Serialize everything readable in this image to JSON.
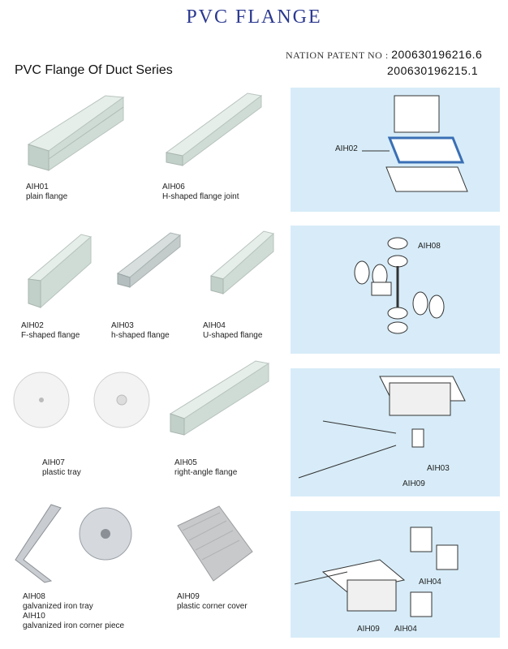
{
  "header": {
    "title": "PVC FLANGE",
    "series_title": "PVC Flange Of Duct Series",
    "patent_label": "NATION PATENT NO :",
    "patent_numbers": [
      "200630196216.6",
      "200630196215.1"
    ]
  },
  "products": [
    {
      "code": "AIH01",
      "name": "plain flange"
    },
    {
      "code": "AIH06",
      "name": "H-shaped flange joint"
    },
    {
      "code": "AIH02",
      "name": "F-shaped flange"
    },
    {
      "code": "AIH03",
      "name": "h-shaped flange"
    },
    {
      "code": "AIH04",
      "name": "U-shaped flange"
    },
    {
      "code": "AIH07",
      "name": "plastic tray"
    },
    {
      "code": "AIH05",
      "name": "right-angle flange"
    },
    {
      "code": "AIH08",
      "name": "galvanized iron tray"
    },
    {
      "code": "AIH10",
      "name": "galvanized iron corner piece"
    },
    {
      "code": "AIH09",
      "name": "plastic corner cover"
    }
  ],
  "diagrams": [
    {
      "labels": [
        "AIH02"
      ]
    },
    {
      "labels": [
        "AIH08"
      ]
    },
    {
      "labels": [
        "AIH03",
        "AIH09"
      ]
    },
    {
      "labels": [
        "AIH04",
        "AIH09",
        "AIH04"
      ]
    }
  ],
  "colors": {
    "title": "#2b3990",
    "panel": "#d7ecf8",
    "pvc": "#dfe8e4"
  }
}
